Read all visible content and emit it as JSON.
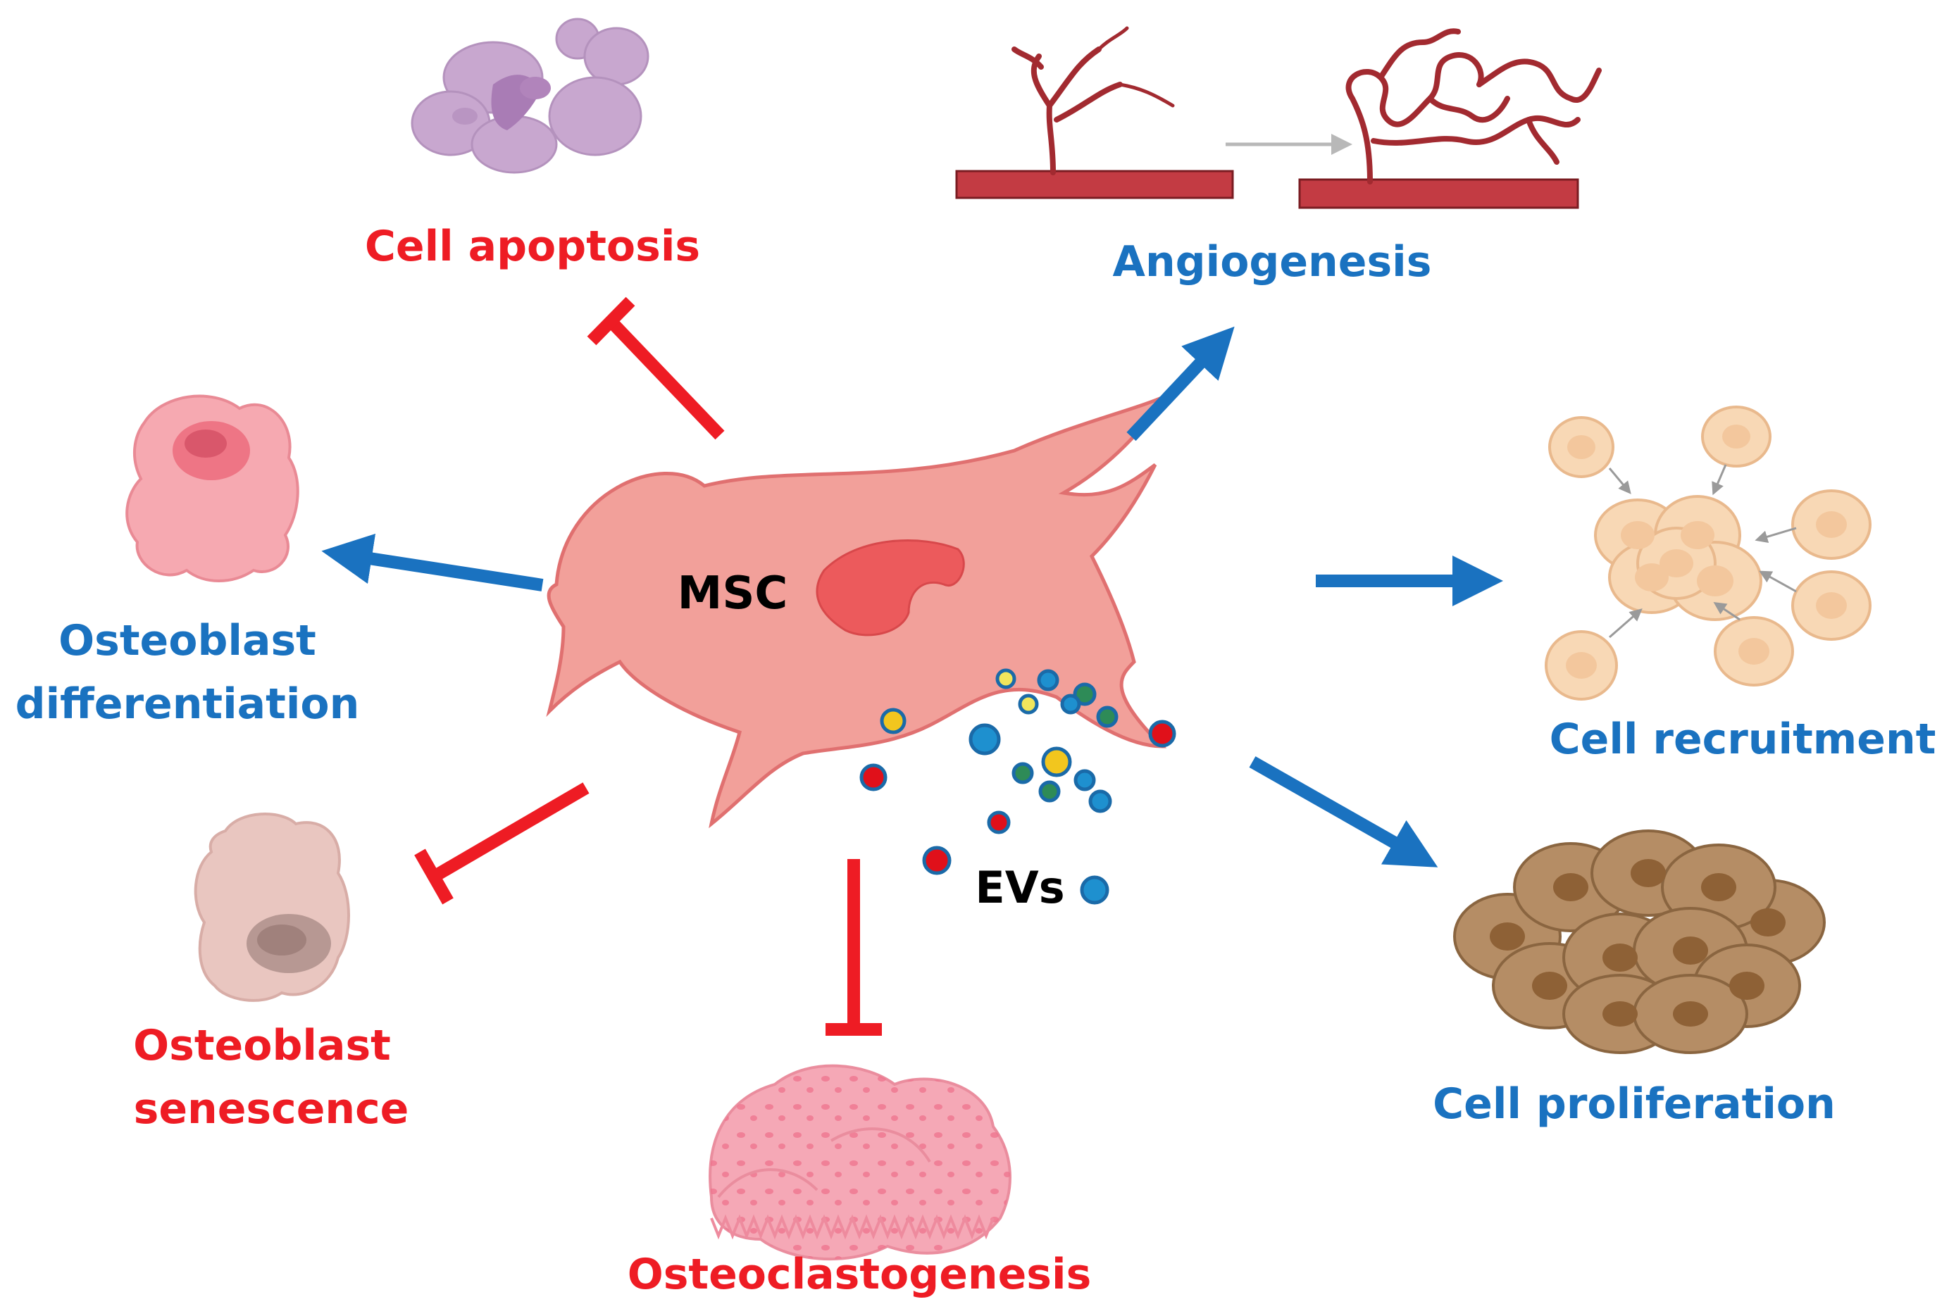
{
  "center": {
    "cell_label": "MSC",
    "vesicle_label": "EVs"
  },
  "effects": {
    "apoptosis": "Cell apoptosis",
    "angiogenesis": "Angiogenesis",
    "osteoblast_diff_line1": "Osteoblast",
    "osteoblast_diff_line2": "differentiation",
    "recruitment": "Cell recruitment",
    "senescence_line1": "Osteoblast",
    "senescence_line2": "senescence",
    "osteoclastogenesis": "Osteoclastogenesis",
    "proliferation": "Cell proliferation"
  },
  "colors": {
    "inhibit": "#ee1c24",
    "promote": "#1a72c0",
    "msc_fill": "#f2a09a",
    "msc_nucleus": "#ec5a5c",
    "vessel": "#b8323a"
  },
  "legend_semantics": {
    "red_blunt_arrow": "inhibits",
    "blue_arrow": "promotes"
  }
}
